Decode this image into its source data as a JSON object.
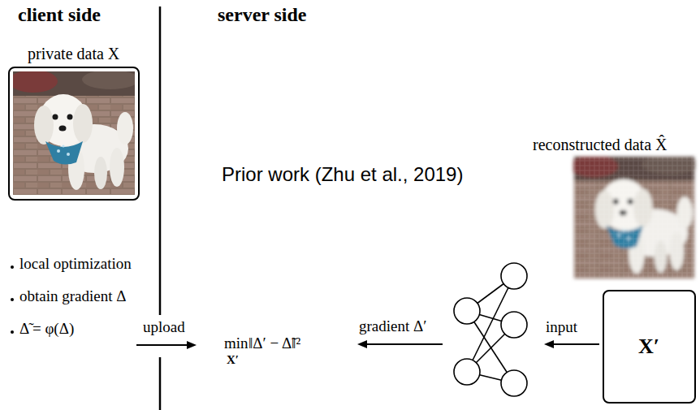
{
  "diagram": {
    "nodes": [
      {
        "text": [
          "private data X"
        ]
      },
      {
        "text": [
          "X′"
        ]
      }
    ],
    "labels": [
      "client side",
      "server side",
      "Prior work (Zhu et al., 2019)",
      "reconstructed data X̂",
      "local optimization",
      "obtain gradient Δ",
      "Δ̃ = φ(Δ)",
      "upload",
      "min",
      "X′",
      "‖Δ′ − Δ̃‖²",
      "gradient Δ′",
      "input"
    ]
  }
}
